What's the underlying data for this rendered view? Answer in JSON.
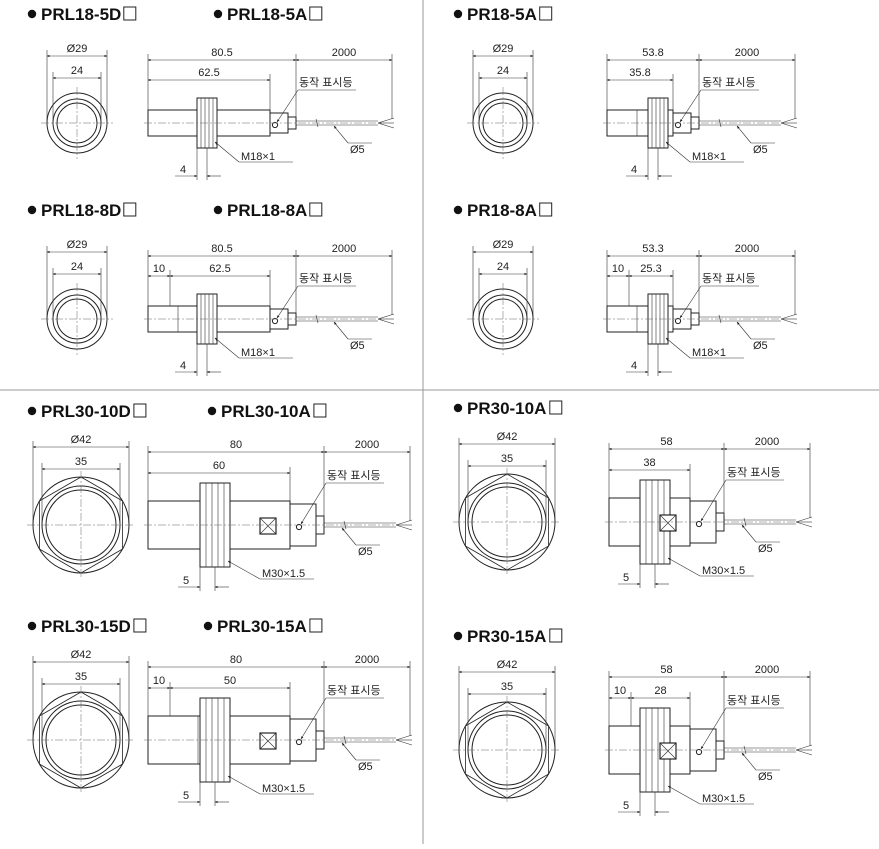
{
  "colors": {
    "line": "#222222",
    "divider": "#9a9a9a",
    "text": "#111111"
  },
  "labels": {
    "indicator": "동작 표시등",
    "cable_dia": "Ø5",
    "thread_m18": "M18×1",
    "thread_m30": "M30×1.5"
  },
  "panels": [
    {
      "key": "p1",
      "titles": [
        "PRL18-5D",
        "PRL18-5A"
      ],
      "dia_outer": "Ø29",
      "dia_inner": "24",
      "total": "80.5",
      "threaded": "62.5",
      "offset": "",
      "cable": "2000",
      "nut": "4"
    },
    {
      "key": "p2",
      "titles": [
        "PR18-5A"
      ],
      "dia_outer": "Ø29",
      "dia_inner": "24",
      "total": "53.8",
      "threaded": "35.8",
      "offset": "",
      "cable": "2000",
      "nut": "4"
    },
    {
      "key": "p3",
      "titles": [
        "PRL18-8D",
        "PRL18-8A"
      ],
      "dia_outer": "Ø29",
      "dia_inner": "24",
      "total": "80.5",
      "threaded": "62.5",
      "offset": "10",
      "cable": "2000",
      "nut": "4"
    },
    {
      "key": "p4",
      "titles": [
        "PR18-8A"
      ],
      "dia_outer": "Ø29",
      "dia_inner": "24",
      "total": "53.3",
      "threaded": "25.3",
      "offset": "10",
      "cable": "2000",
      "nut": "4"
    },
    {
      "key": "p5",
      "titles": [
        "PRL30-10D",
        "PRL30-10A"
      ],
      "dia_outer": "Ø42",
      "dia_inner": "35",
      "total": "80",
      "threaded": "60",
      "offset": "",
      "cable": "2000",
      "nut": "5"
    },
    {
      "key": "p6",
      "titles": [
        "PR30-10A"
      ],
      "dia_outer": "Ø42",
      "dia_inner": "35",
      "total": "58",
      "threaded": "38",
      "offset": "",
      "cable": "2000",
      "nut": "5"
    },
    {
      "key": "p7",
      "titles": [
        "PRL30-15D",
        "PRL30-15A"
      ],
      "dia_outer": "Ø42",
      "dia_inner": "35",
      "total": "80",
      "threaded": "50",
      "offset": "10",
      "cable": "2000",
      "nut": "5"
    },
    {
      "key": "p8",
      "titles": [
        "PR30-15A"
      ],
      "dia_outer": "Ø42",
      "dia_inner": "35",
      "total": "58",
      "threaded": "28",
      "offset": "10",
      "cable": "2000",
      "nut": "5"
    }
  ]
}
